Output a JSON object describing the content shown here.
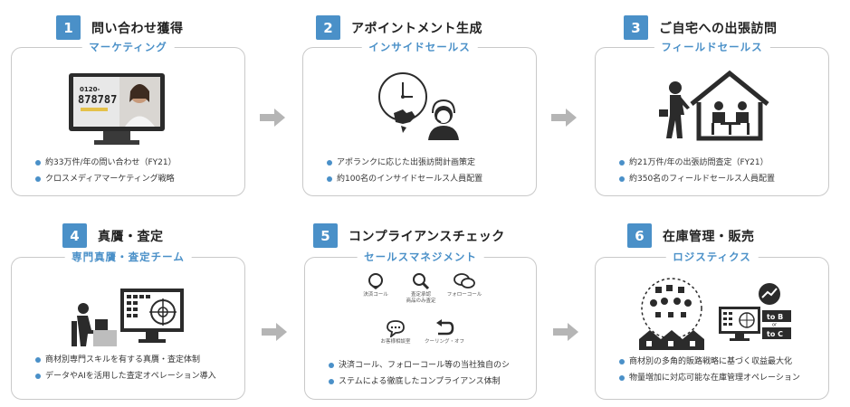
{
  "steps": [
    {
      "num": "1",
      "title": "問い合わせ獲得",
      "label": "マーケティング",
      "bullets": [
        "約33万件/年の問い合わせ（FY21）",
        "クロスメディアマーケティング戦略"
      ],
      "tv_text_top": "0120-",
      "tv_text_big": "878787"
    },
    {
      "num": "2",
      "title": "アポイントメント生成",
      "label": "インサイドセールス",
      "bullets": [
        "アポランクに応じた出張訪問計画策定",
        "約100名のインサイドセールス人員配置"
      ]
    },
    {
      "num": "3",
      "title": "ご自宅への出張訪問",
      "label": "フィールドセールス",
      "bullets": [
        "約21万件/年の出張訪問査定（FY21）",
        "約350名のフィールドセールス人員配置"
      ]
    },
    {
      "num": "4",
      "title": "真贋・査定",
      "label": "専門真贋・査定チーム",
      "bullets": [
        "商材別専門スキルを有する真贋・査定体制",
        "データやAIを活用した査定オペレーション導入"
      ]
    },
    {
      "num": "5",
      "title": "コンプライアンスチェック",
      "label": "セールスマネジメント",
      "bullets": [
        "決済コール、フォローコール等の当社独自のシ",
        "ステムによる徹底したコンプライアンス体制"
      ],
      "icons": [
        "決済コール",
        "査定承認",
        "商品のみ査定",
        "フォローコール",
        "お客様相談室",
        "クーリング・オフ"
      ]
    },
    {
      "num": "6",
      "title": "在庫管理・販売",
      "label": "ロジスティクス",
      "bullets": [
        "商材別の多角的販路戦略に基づく収益最大化",
        "物量増加に対応可能な在庫管理オペレーション"
      ],
      "channels": [
        "to B",
        "or",
        "to C"
      ]
    }
  ],
  "colors": {
    "accent": "#4a90c8",
    "border": "#c9c9c9",
    "arrow": "#b5b5b5",
    "icon": "#2b2b2b"
  }
}
